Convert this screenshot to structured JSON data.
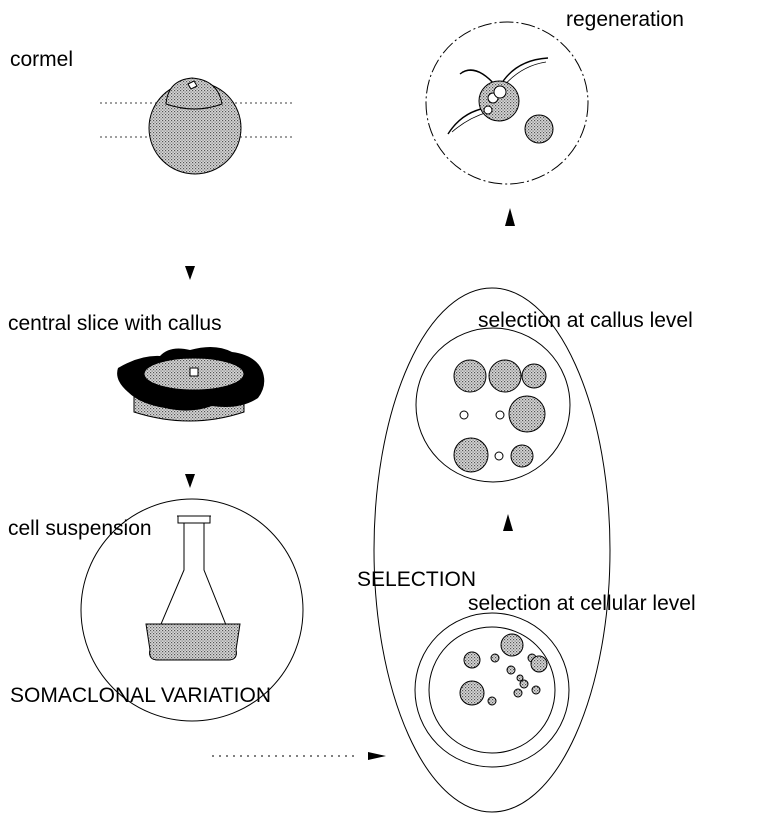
{
  "labels": {
    "cormel": "cormel",
    "regeneration": "regeneration",
    "central_slice": "central slice with callus",
    "callus_selection": "selection at callus level",
    "cell_suspension": "cell suspension",
    "selection": "SELECTION",
    "cellular_selection": "selection at cellular level",
    "somaclonal": "SOMACLONAL VARIATION"
  },
  "colors": {
    "ink": "#000000",
    "stipple": "#c4c4c4",
    "background": "#ffffff"
  }
}
